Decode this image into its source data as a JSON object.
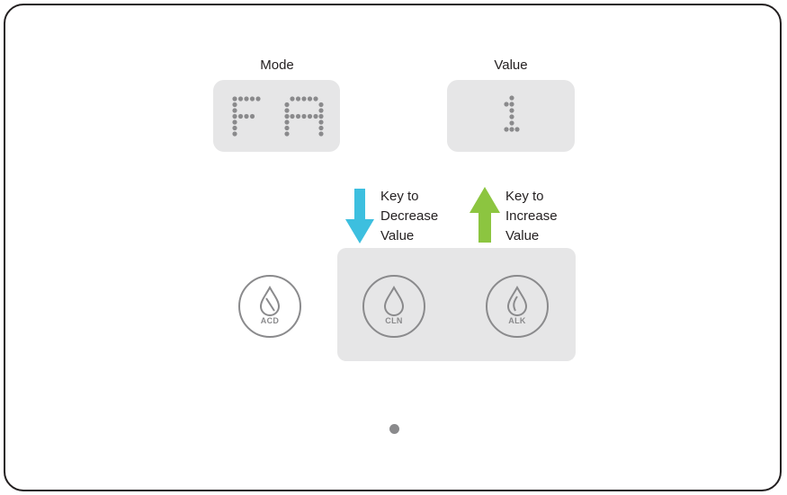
{
  "mode": {
    "label": "Mode",
    "display_text": "FA"
  },
  "value": {
    "label": "Value",
    "display_text": "1"
  },
  "decrease": {
    "line1": "Key to",
    "line2": "Decrease",
    "line3": "Value",
    "arrow_color": "#3dbfdf"
  },
  "increase": {
    "line1": "Key to",
    "line2": "Increase",
    "line3": "Value",
    "arrow_color": "#8cc540"
  },
  "keys": {
    "acd": {
      "label": "ACD",
      "icon": "drop-with-line-icon"
    },
    "cln": {
      "label": "CLN",
      "icon": "drop-icon"
    },
    "alk": {
      "label": "ALK",
      "icon": "drop-with-curve-icon"
    }
  },
  "colors": {
    "display_bg": "#e6e6e7",
    "dot": "#8a8a8c",
    "outline": "#231f20"
  }
}
